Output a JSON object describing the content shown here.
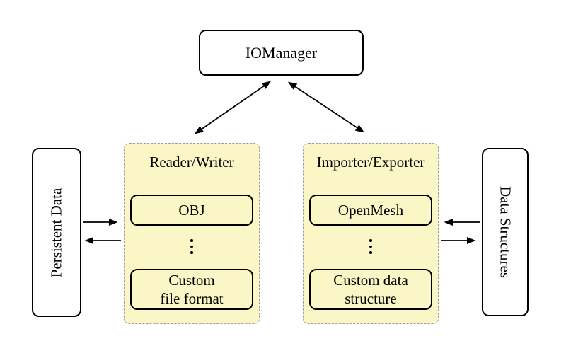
{
  "diagram": {
    "io_manager": {
      "label": "IOManager"
    },
    "persistent_data": {
      "label": "Persistent Data"
    },
    "data_structures": {
      "label": "Data Structures"
    },
    "left_panel": {
      "title": "Reader/Writer",
      "box_top": "OBJ",
      "box_bottom": "Custom\nfile format",
      "dots_icon": "vertical-dots"
    },
    "right_panel": {
      "title": "Importer/Exporter",
      "box_top": "OpenMesh",
      "box_bottom": "Custom data\nstructure",
      "dots_icon": "vertical-dots"
    },
    "arrows": [
      "iomanager-readerwriter-bidirectional",
      "iomanager-importerexporter-bidirectional",
      "persistentdata-to-readerwriter",
      "readerwriter-to-persistentdata",
      "importerexporter-to-datastructures",
      "datastructures-to-importerexporter"
    ],
    "colors": {
      "panel_fill": "#fbf6c5",
      "panel_border": "#9b9b9b",
      "box_fill": "#ffffff",
      "line": "#000000",
      "background": "#ffffff"
    }
  }
}
